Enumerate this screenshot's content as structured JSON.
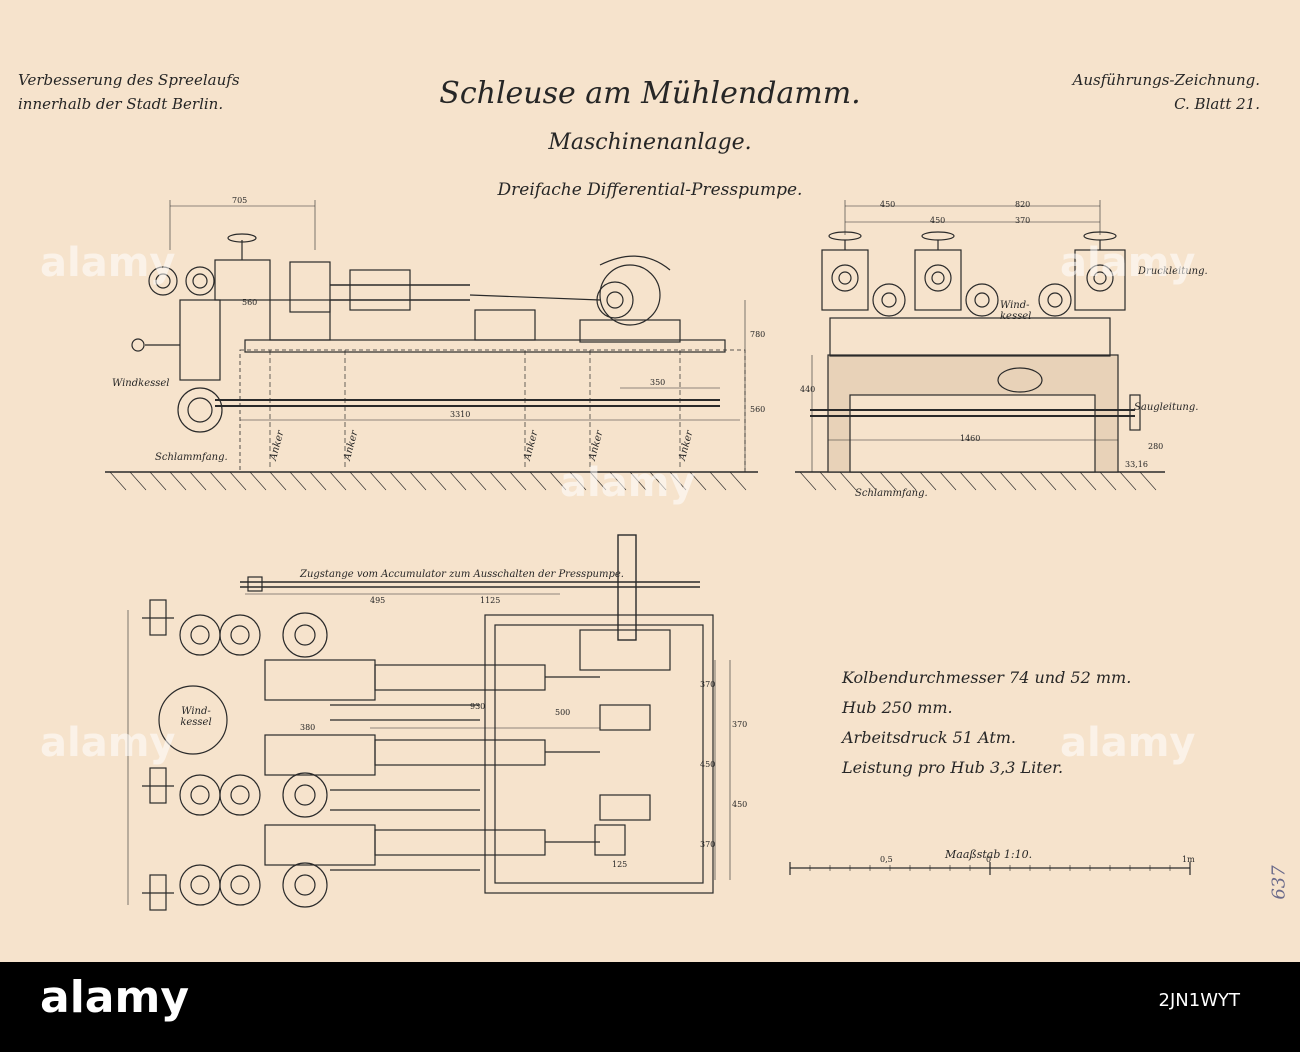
{
  "header": {
    "left_line1": "Verbesserung des Spreelaufs",
    "left_line2": "innerhalb der Stadt Berlin.",
    "right_line1": "Ausführungs-Zeichnung.",
    "right_line2": "C. Blatt 21."
  },
  "title": "Schleuse am Mühlendamm.",
  "subtitle": "Maschinenanlage.",
  "subtitle2": "Dreifache Differential-Presspumpe.",
  "side_view": {
    "label_windkessel": "Windkessel",
    "label_schlammfang": "Schlammfang.",
    "anker_labels": [
      "Anker",
      "Anker",
      "Anker",
      "Anker",
      "Anker"
    ],
    "dims": [
      "705",
      "560",
      "350",
      "3310",
      "780",
      "560"
    ]
  },
  "end_view": {
    "label_druckleitung": "Druckleitung.",
    "label_windkessel": "Wind-kessel",
    "label_saugleitung": "Saugleitung.",
    "label_schlammfang": "Schlammfang.",
    "dims": [
      "450",
      "820",
      "450",
      "370",
      "1460",
      "440",
      "280",
      "33,16"
    ]
  },
  "plan_view": {
    "zugstange": "Zugstange vom Accumulator zum Ausschalten der Presspumpe.",
    "label_windkessel": "Wind-kessel",
    "dims": [
      "495",
      "1125",
      "380",
      "930",
      "500",
      "125",
      "370",
      "370",
      "450",
      "450",
      "370"
    ]
  },
  "specs": [
    "Kolbendurchmesser 74 und 52 mm.",
    "Hub 250 mm.",
    "Arbeitsdruck 51 Atm.",
    "Leistung pro Hub 3,3 Liter."
  ],
  "scale": {
    "label": "Maaßstab 1:10.",
    "ticks": [
      "0,5",
      "0",
      "1m"
    ]
  },
  "margin_note": "637",
  "watermark": {
    "text": "alamy",
    "footer_brand": "alamy",
    "footer_id": "2JN1WYT"
  }
}
